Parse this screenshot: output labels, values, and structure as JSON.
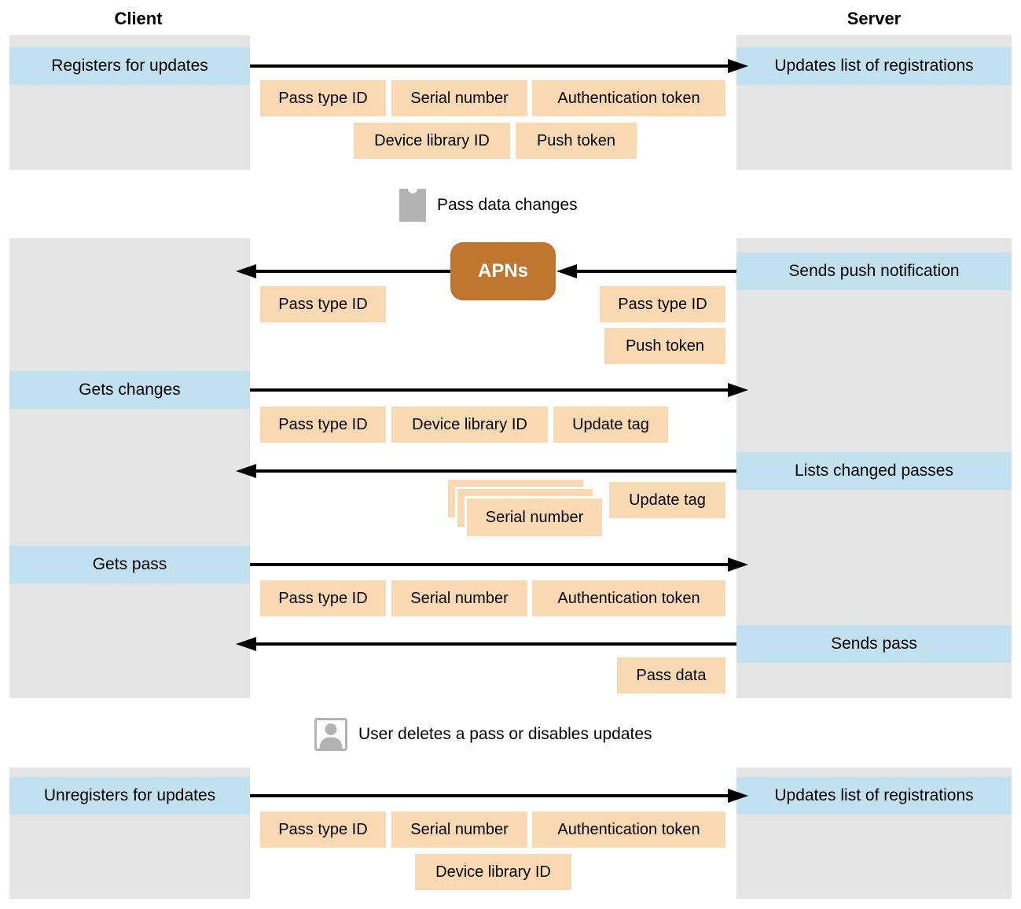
{
  "diagram": {
    "client_title": "Client",
    "server_title": "Server",
    "apns_label": "APNs",
    "rows": {
      "registers": "Registers for updates",
      "updates_list": "Updates list of registrations",
      "sends_push": "Sends push notification",
      "gets_changes": "Gets changes",
      "lists_changed": "Lists changed passes",
      "gets_pass": "Gets pass",
      "sends_pass": "Sends pass",
      "unregisters": "Unregisters for updates"
    },
    "params": {
      "pass_type_id": "Pass type ID",
      "serial_number": "Serial number",
      "auth_token": "Authentication token",
      "device_library_id": "Device library ID",
      "push_token": "Push token",
      "update_tag": "Update tag",
      "pass_data": "Pass data"
    },
    "annotations": {
      "pass_data_changes": "Pass data changes",
      "user_deletes": "User deletes a pass or disables updates"
    },
    "icons": {
      "pass_icon": "pass-icon",
      "user_icon": "user-icon"
    },
    "colors": {
      "lane_bg": "#e5e5e5",
      "row_highlight": "#c2e1f0",
      "param_bg": "#f8d9b1",
      "apns_bg": "#c1762f",
      "icon_gray": "#b3b3b3",
      "arrow": "#000000"
    }
  }
}
